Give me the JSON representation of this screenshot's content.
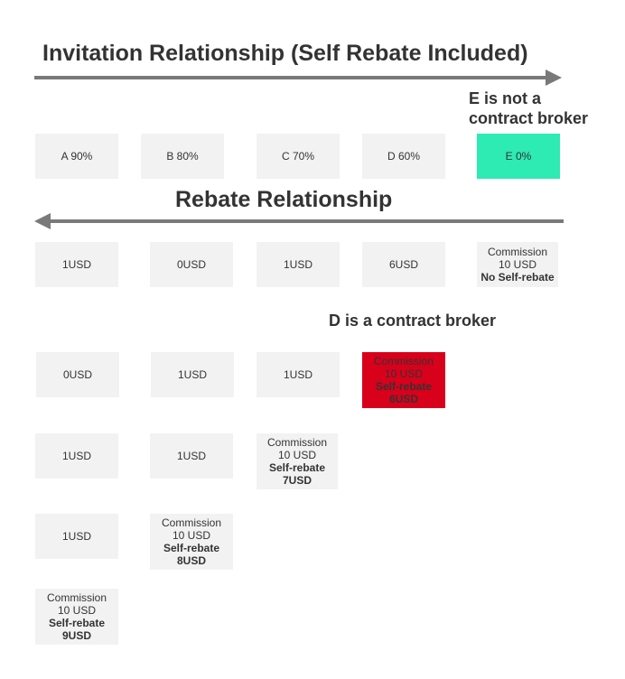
{
  "headings": {
    "invitation": "Invitation Relationship (Self Rebate Included)",
    "rebate": "Rebate Relationship"
  },
  "notes": {
    "e_line1": "E is not a",
    "e_line2": "contract broker",
    "d_note": "D is a contract broker"
  },
  "invitation_row": [
    {
      "label": "A 90%"
    },
    {
      "label": "B 80%"
    },
    {
      "label": "C 70%"
    },
    {
      "label": "D 60%"
    },
    {
      "label": "E 0%"
    }
  ],
  "rebate_row_1": {
    "cells": [
      "1USD",
      "0USD",
      "1USD",
      "6USD"
    ],
    "commission": {
      "line1": "Commission",
      "line2": "10 USD",
      "line3": "No Self-rebate"
    }
  },
  "rebate_row_2": {
    "cells": [
      "0USD",
      "1USD",
      "1USD"
    ],
    "commission": {
      "line1": "Commission",
      "line2": "10 USD",
      "line3": "Self-rebate",
      "line4": "6USD"
    }
  },
  "rebate_row_3": {
    "cells": [
      "1USD",
      "1USD"
    ],
    "commission": {
      "line1": "Commission",
      "line2": "10 USD",
      "line3": "Self-rebate",
      "line4": "7USD"
    }
  },
  "rebate_row_4": {
    "cells": [
      "1USD"
    ],
    "commission": {
      "line1": "Commission",
      "line2": "10 USD",
      "line3": "Self-rebate",
      "line4": "8USD"
    }
  },
  "rebate_row_5": {
    "commission": {
      "line1": "Commission",
      "line2": "10 USD",
      "line3": "Self-rebate",
      "line4": "9USD"
    }
  },
  "colors": {
    "box": "#f2f2f2",
    "highlight_green": "#2eeab3",
    "highlight_red": "#d9001b",
    "arrow": "#797979",
    "text": "#333333"
  }
}
